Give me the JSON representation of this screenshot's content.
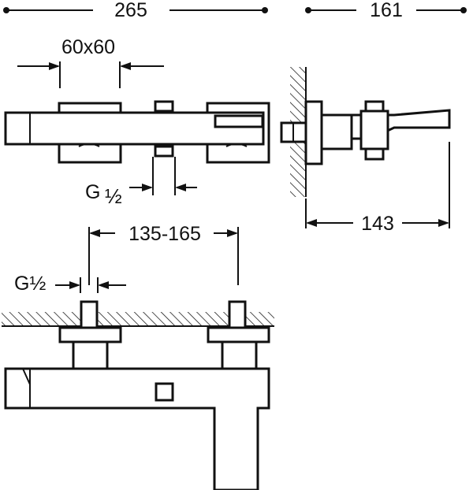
{
  "dimensions": {
    "overall_width": "265",
    "overall_depth": "161",
    "square_size": "60x60",
    "thread_top": "G½",
    "thread_top_frac": "½",
    "thread_bottom": "G½",
    "spout_reach": "143",
    "inlet_spacing": "135-165"
  },
  "colors": {
    "line": "#111111",
    "background": "#ffffff"
  }
}
